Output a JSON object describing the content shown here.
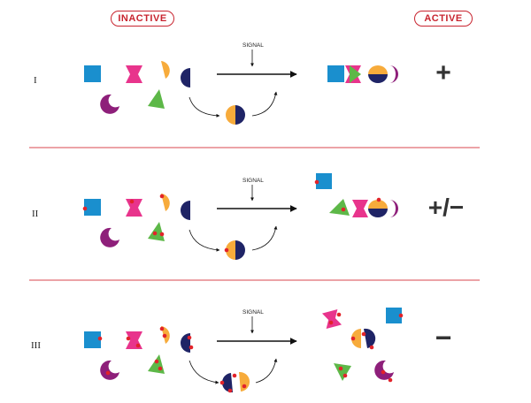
{
  "headers": {
    "inactive": "INACTIVE",
    "active": "ACTIVE"
  },
  "rows": [
    {
      "numeral": "I",
      "signal": "SIGNAL",
      "result": "+"
    },
    {
      "numeral": "II",
      "signal": "SIGNAL",
      "result": "+/−"
    },
    {
      "numeral": "III",
      "signal": "SIGNAL",
      "result": "−"
    }
  ],
  "colors": {
    "blue": "#1a8fce",
    "pink": "#e8348c",
    "orange": "#f7ab3b",
    "navy": "#1f2466",
    "purple": "#8e1f7a",
    "green": "#5db848",
    "mutation": "#e2232a",
    "divider": "#d9474f",
    "accent": "#c8242f"
  }
}
